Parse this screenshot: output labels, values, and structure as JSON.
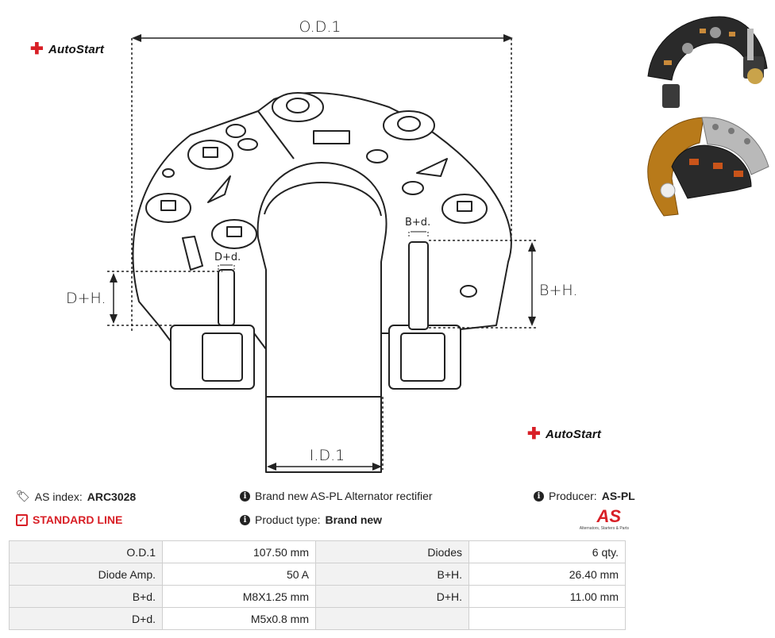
{
  "drawing": {
    "od_label": "O.D.1",
    "id_label": "I.D.1",
    "dh_label": "D+H.",
    "bh_label": "B+H.",
    "bd_label": "B+d.",
    "dd_label": "D+d."
  },
  "brand": {
    "name": "AutoStart",
    "name2": "AutoStart"
  },
  "info": {
    "as_index_label": "AS index:",
    "as_index_value": "ARC3028",
    "standard_line": "STANDARD LINE",
    "description": "Brand new AS-PL Alternator rectifier",
    "product_type_label": "Product type:",
    "product_type_value": "Brand new",
    "producer_label": "Producer:",
    "producer_value": "AS-PL",
    "producer_logo_text": "AS",
    "producer_logo_tagline": "Alternators, Starters & Parts"
  },
  "specs": [
    [
      "O.D.1",
      "107.50 mm",
      "Diodes",
      "6 qty."
    ],
    [
      "Diode Amp.",
      "50 A",
      "B+H.",
      "26.40 mm"
    ],
    [
      "B+d.",
      "M8X1.25 mm",
      "D+H.",
      "11.00 mm"
    ],
    [
      "D+d.",
      "M5x0.8 mm",
      "",
      ""
    ]
  ],
  "colors": {
    "accent_red": "#d81f26",
    "line": "#222222"
  },
  "icons": {
    "tag": "tag-icon",
    "info": "info-icon",
    "check": "check-square-icon",
    "logo": "autostart-logo-icon"
  }
}
